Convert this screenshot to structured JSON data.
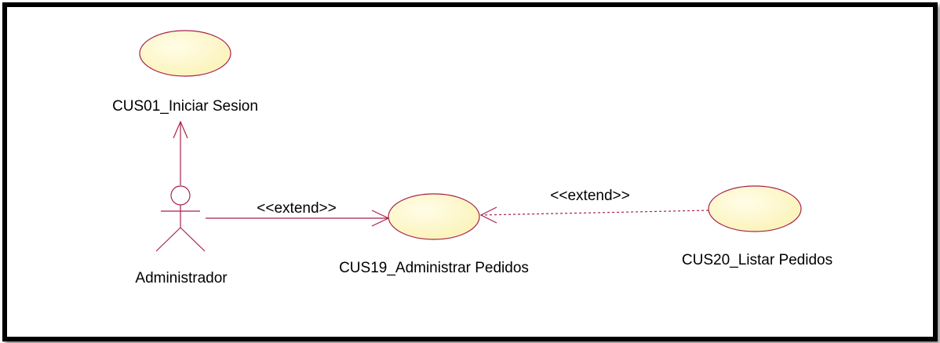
{
  "diagram": {
    "type": "use-case",
    "actors": [
      {
        "id": "administrador",
        "name": "Administrador"
      }
    ],
    "use_cases": [
      {
        "id": "cus01",
        "name": "CUS01_Iniciar Sesion"
      },
      {
        "id": "cus19",
        "name": "CUS19_Administrar Pedidos"
      },
      {
        "id": "cus20",
        "name": "CUS20_Listar Pedidos"
      }
    ],
    "relations": [
      {
        "from": "administrador",
        "to": "cus01",
        "kind": "association",
        "label": ""
      },
      {
        "from": "administrador",
        "to": "cus19",
        "kind": "association",
        "label": "<<extend>>"
      },
      {
        "from": "cus20",
        "to": "cus19",
        "kind": "extend",
        "label": "<<extend>>"
      }
    ],
    "colors": {
      "use_case_fill": "#fffbd0",
      "use_case_stroke": "#a8224a",
      "line": "#a8224a",
      "frame": "#000000"
    }
  }
}
